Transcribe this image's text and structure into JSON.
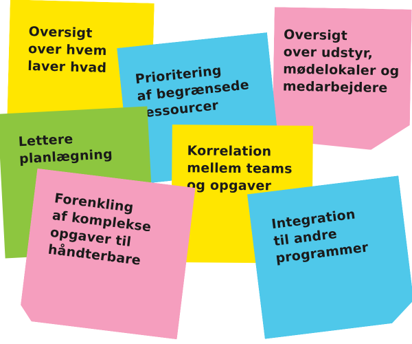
{
  "colors": {
    "yellow": "#ffe600",
    "pink": "#f59ebe",
    "blue": "#4fc8ea",
    "green": "#8dc63f"
  },
  "notes": [
    {
      "color": "yellow",
      "text": "Oversigt\nover hvem\nlaver hvad"
    },
    {
      "color": "pink",
      "text": "Oversigt\nover udstyr,\nmødelokaler og\nmedarbejdere"
    },
    {
      "color": "blue",
      "text": "Prioritering\naf begrænsede\nressourcer"
    },
    {
      "color": "green",
      "text": "Lettere\nplanlægning"
    },
    {
      "color": "yellow",
      "text": "Korrelation\nmellem teams\nog opgaver"
    },
    {
      "color": "pink",
      "text": "Forenkling\naf komplekse\nopgaver til\nhåndterbare"
    },
    {
      "color": "blue",
      "text": "Integration\ntil andre\nprogrammer"
    }
  ]
}
